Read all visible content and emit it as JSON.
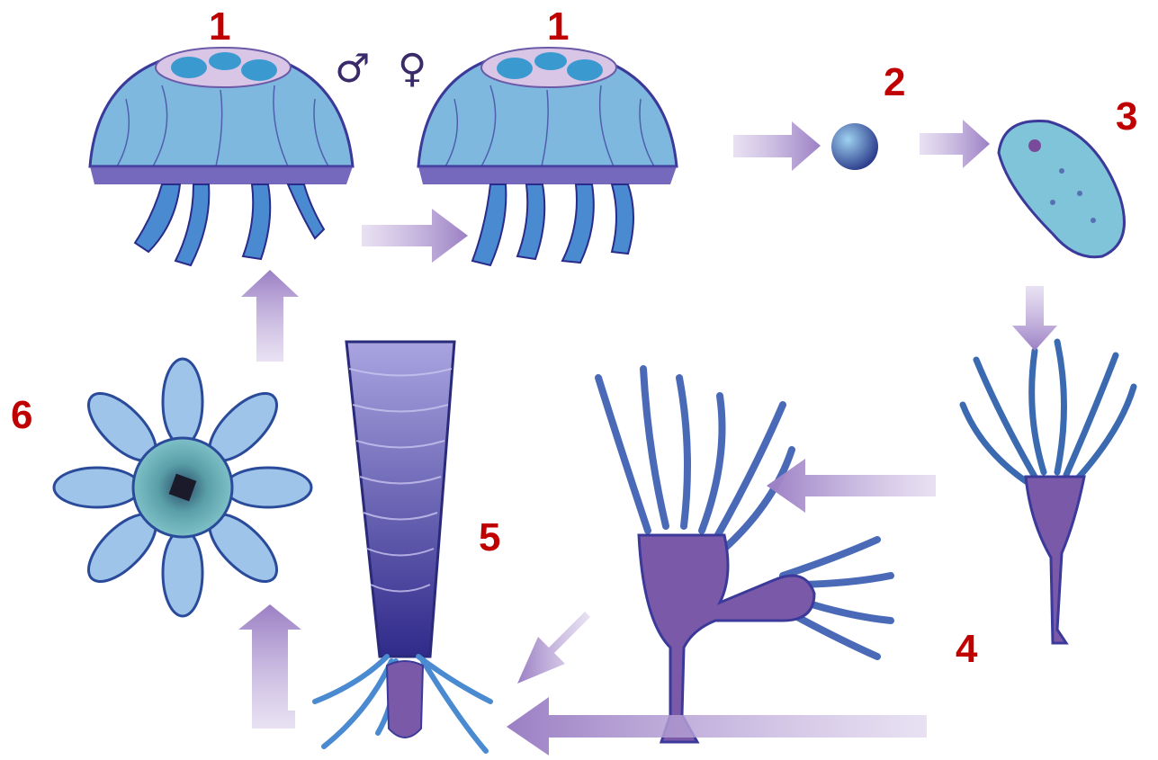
{
  "labels": {
    "medusa_male": "1",
    "medusa_female": "1",
    "egg": "2",
    "planula": "3",
    "polyp": "4",
    "strobila": "5",
    "ephyra": "6"
  },
  "symbols": {
    "male": "♂",
    "female": "♀"
  },
  "colors": {
    "label": "#c00000",
    "arrow": "#9b7fc4",
    "medusa_fill": "#7fb8de",
    "medusa_outline": "#3b3a9a",
    "polyp_fill": "#7a5aa8",
    "strobila_fill": "#4a3d9a",
    "ephyra_fill": "#9fc4ea",
    "symbol": "#3a2a6a"
  },
  "icons": [
    "medusa-illustration",
    "egg-illustration",
    "planula-illustration",
    "polyp-illustration",
    "strobila-illustration",
    "ephyra-illustration",
    "arrow-icon"
  ]
}
